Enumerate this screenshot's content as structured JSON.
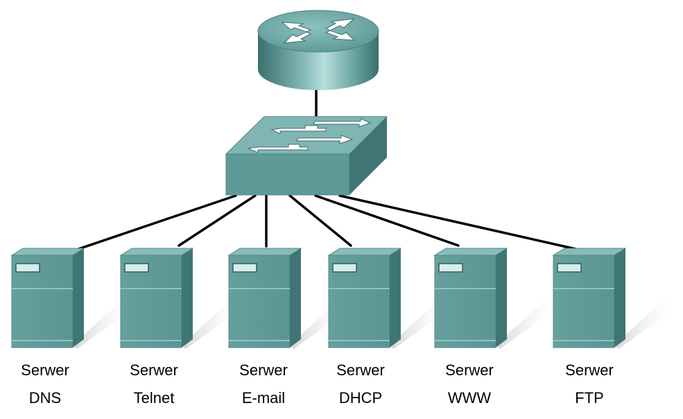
{
  "colors": {
    "device_face": "#5f9a98",
    "device_top": "#7fb5b3",
    "device_side": "#3f7675",
    "cable": "#000000",
    "arrow": "#ffffff"
  },
  "router": {
    "icon": "router-icon"
  },
  "switch": {
    "icon": "switch-icon"
  },
  "servers": [
    {
      "line1": "Serwer",
      "line2": "DNS",
      "icon": "server-icon"
    },
    {
      "line1": "Serwer",
      "line2": "Telnet",
      "icon": "server-icon"
    },
    {
      "line1": "Serwer",
      "line2": "E-mail",
      "icon": "server-icon"
    },
    {
      "line1": "Serwer",
      "line2": "DHCP",
      "icon": "server-icon"
    },
    {
      "line1": "Serwer",
      "line2": "WWW",
      "icon": "server-icon"
    },
    {
      "line1": "Serwer",
      "line2": "FTP",
      "icon": "server-icon"
    }
  ]
}
